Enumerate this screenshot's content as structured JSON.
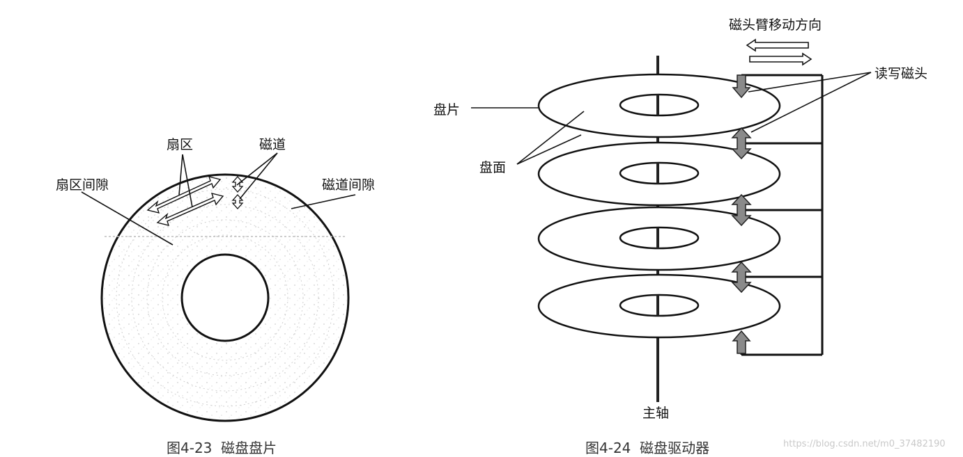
{
  "figure_left": {
    "labels": {
      "sector": "扇区",
      "track": "磁道",
      "sector_gap": "扇区间隙",
      "track_gap": "磁道间隙"
    },
    "caption": "图4-23  磁盘盘片"
  },
  "figure_right": {
    "labels": {
      "arm_direction": "磁头臂移动方向",
      "rw_head": "读写磁头",
      "platter": "盘片",
      "surface": "盘面",
      "spindle": "主轴"
    },
    "caption": "图4-24  磁盘驱动器"
  },
  "watermark": "https://blog.csdn.net/m0_37482190"
}
